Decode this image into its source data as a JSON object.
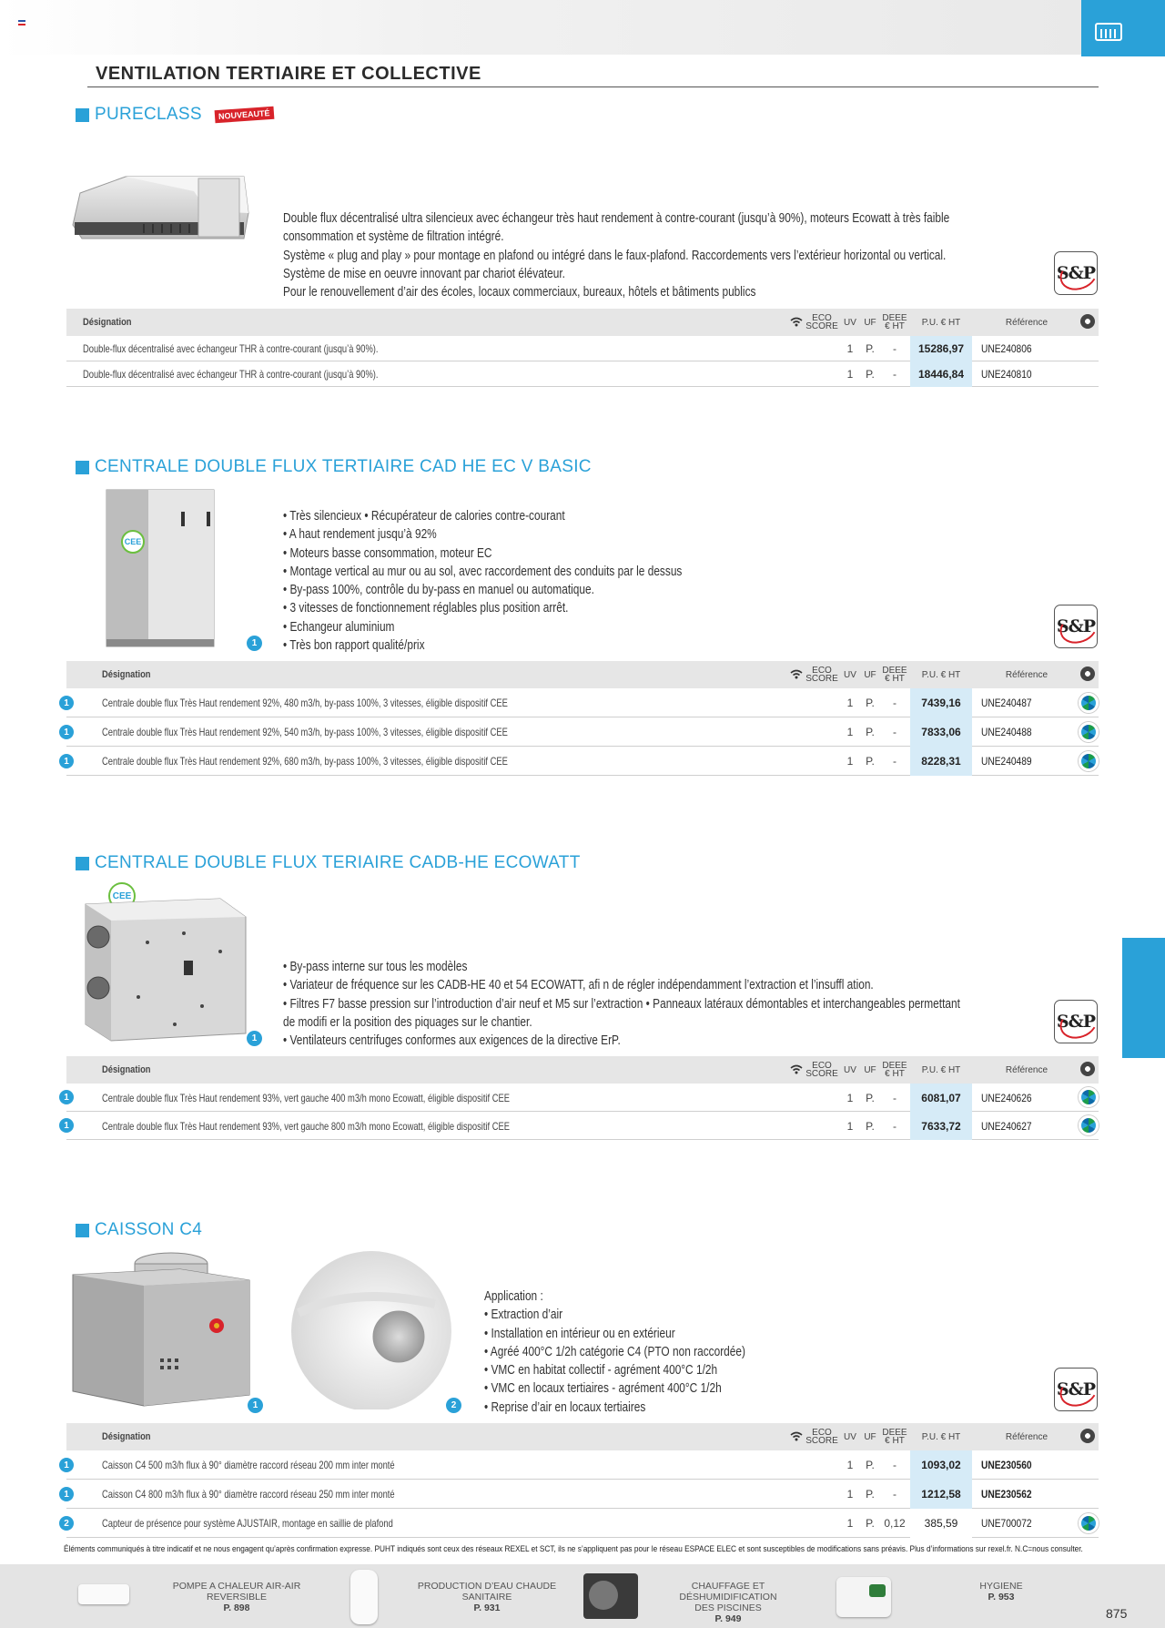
{
  "colors": {
    "accent": "#2aa1d8",
    "badge": "#d8232a",
    "price_bg": "#d6ebf7"
  },
  "page_title": "VENTILATION TERTIAIRE ET COLLECTIVE",
  "brand_logo": "S&P",
  "table_header": {
    "designation": "Désignation",
    "eco": "ECO",
    "score": "SCORE",
    "uv": "UV",
    "uf": "UF",
    "deee": "DEEE",
    "deee_unit": "€ HT",
    "pu": "P.U. € HT",
    "reference": "Référence"
  },
  "sections": [
    {
      "title": "PURECLASS",
      "badge": "NOUVEAUTÉ",
      "description": [
        "Double flux décentralisé ultra silencieux avec échangeur très haut rendement à contre-courant (jusqu’à 90%), moteurs Ecowatt à très faible",
        "consommation et système de filtration intégré.",
        "Système « plug and play » pour montage en plafond ou intégré dans le faux-plafond. Raccordements vers l’extérieur horizontal ou vertical.",
        "Système de mise en oeuvre innovant par chariot élévateur.",
        "Pour le renouvellement d’air des écoles, locaux commerciaux, bureaux, hôtels et bâtiments publics"
      ],
      "rows": [
        {
          "marker": "",
          "designation": "Double-flux décentralisé avec échangeur THR à contre-courant (jusqu’à 90%).",
          "uv": "1",
          "uf": "P.",
          "deee": "-",
          "price": "15286,97",
          "ref": "UNE240806",
          "eco": false
        },
        {
          "marker": "",
          "designation": "Double-flux décentralisé avec échangeur THR à contre-courant (jusqu’à 90%).",
          "uv": "1",
          "uf": "P.",
          "deee": "-",
          "price": "18446,84",
          "ref": "UNE240810",
          "eco": false
        }
      ]
    },
    {
      "title": "CENTRALE DOUBLE FLUX TERTIAIRE CAD HE EC V BASIC",
      "image_marker": "1",
      "cee": "CEE",
      "description": [
        "• Très silencieux  • Récupérateur de calories contre-courant",
        "• A haut rendement jusqu’à 92%",
        "• Moteurs basse consommation, moteur EC",
        "• Montage vertical au mur ou au sol, avec raccordement des conduits par le dessus",
        "• By-pass 100%, contrôle du by-pass en manuel ou automatique.",
        "• 3 vitesses de fonctionnement réglables plus position arrêt.",
        "• Echangeur aluminium",
        "• Très bon rapport qualité/prix"
      ],
      "rows": [
        {
          "marker": "1",
          "designation": "Centrale double flux Très Haut rendement 92%, 480 m3/h, by-pass 100%, 3 vitesses, éligible dispositif CEE",
          "uv": "1",
          "uf": "P.",
          "deee": "-",
          "price": "7439,16",
          "ref": "UNE240487",
          "eco": true
        },
        {
          "marker": "1",
          "designation": "Centrale double flux Très Haut rendement 92%, 540 m3/h, by-pass 100%, 3 vitesses, éligible dispositif CEE",
          "uv": "1",
          "uf": "P.",
          "deee": "-",
          "price": "7833,06",
          "ref": "UNE240488",
          "eco": true
        },
        {
          "marker": "1",
          "designation": "Centrale double flux Très Haut rendement 92%, 680 m3/h, by-pass 100%, 3 vitesses, éligible dispositif CEE",
          "uv": "1",
          "uf": "P.",
          "deee": "-",
          "price": "8228,31",
          "ref": "UNE240489",
          "eco": true
        }
      ]
    },
    {
      "title": "CENTRALE DOUBLE FLUX TERIAIRE CADB-HE ECOWATT",
      "image_marker": "1",
      "cee": "CEE",
      "description": [
        "• By-pass interne sur tous les modèles",
        "• Variateur de fréquence sur les CADB-HE 40 et 54 ECOWATT, afi n de régler indépendamment l’extraction et l’insuffl  ation.",
        "• Filtres F7 basse pression sur l’introduction d’air neuf et M5 sur l’extraction  • Panneaux latéraux démontables et interchangeables permettant",
        "de modifi er la position des piquages sur le chantier.",
        "• Ventilateurs centrifuges conformes aux exigences de la directive ErP."
      ],
      "rows": [
        {
          "marker": "1",
          "designation": "Centrale double flux Très Haut rendement 93%, vert gauche 400 m3/h mono Ecowatt, éligible dispositif CEE",
          "uv": "1",
          "uf": "P.",
          "deee": "-",
          "price": "6081,07",
          "ref": "UNE240626",
          "eco": true
        },
        {
          "marker": "1",
          "designation": "Centrale double flux Très Haut rendement 93%, vert gauche 800 m3/h mono Ecowatt, éligible dispositif CEE",
          "uv": "1",
          "uf": "P.",
          "deee": "-",
          "price": "7633,72",
          "ref": "UNE240627",
          "eco": true
        }
      ]
    },
    {
      "title": "CAISSON C4",
      "image_markers": [
        "1",
        "2"
      ],
      "description": [
        "Application :",
        "• Extraction d’air",
        "• Installation en intérieur ou en extérieur",
        "• Agréé 400°C 1/2h catégorie C4 (PTO non raccordée)",
        "• VMC en habitat collectif - agrément 400°C 1/2h",
        "• VMC en locaux tertiaires - agrément 400°C 1/2h",
        "• Reprise d’air en locaux tertiaires"
      ],
      "rows": [
        {
          "marker": "1",
          "designation": "Caisson C4 500 m3/h flux à 90° diamètre raccord réseau 200 mm inter monté",
          "uv": "1",
          "uf": "P.",
          "deee": "-",
          "price": "1093,02",
          "ref": "UNE230560",
          "ref_bold": true,
          "eco": false
        },
        {
          "marker": "1",
          "designation": "Caisson C4 800 m3/h flux à 90° diamètre raccord réseau 250 mm inter monté",
          "uv": "1",
          "uf": "P.",
          "deee": "-",
          "price": "1212,58",
          "ref": "UNE230562",
          "ref_bold": true,
          "eco": false
        },
        {
          "marker": "2",
          "designation": "Capteur de présence pour système AJUSTAIR, montage en saillie de plafond",
          "uv": "1",
          "uf": "P.",
          "deee": "0,12",
          "price": "385,59",
          "ref": "UNE700072",
          "eco": true
        }
      ]
    }
  ],
  "disclaimer": "Éléments communiqués à titre indicatif et ne nous engagent qu’après confirmation expresse. PUHT indiqués sont ceux des réseaux REXEL et SCT, ils ne s’appliquent pas pour le réseau ESPACE ELEC et sont susceptibles de modifications sans préavis. Plus d’informations sur rexel.fr. N.C=nous consulter.",
  "footer": [
    {
      "line1": "POMPE A CHALEUR AIR-AIR REVERSIBLE",
      "line2": "",
      "page": "P. 898"
    },
    {
      "line1": "PRODUCTION D’EAU CHAUDE SANITAIRE",
      "line2": "",
      "page": "P. 931"
    },
    {
      "line1": "CHAUFFAGE ET DÉSHUMIDIFICATION",
      "line2": "DES PISCINES",
      "page": "P. 949"
    },
    {
      "line1": "HYGIENE",
      "line2": "",
      "page": "P. 953"
    }
  ],
  "page_number": "875"
}
